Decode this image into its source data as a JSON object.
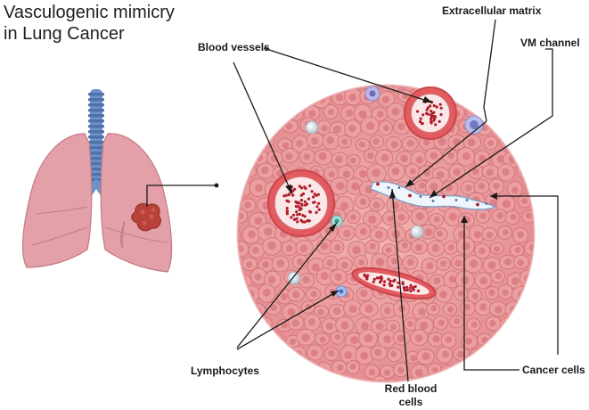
{
  "title": {
    "line1": "Vasculogenic mimicry",
    "line2": "in Lung Cancer"
  },
  "labels": {
    "blood_vessels": "Blood vessels",
    "extracellular_matrix": "Extracellular matrix",
    "vm_channel": "VM channel",
    "lymphocytes": "Lymphocytes",
    "red_blood_cells_line1": "Red blood",
    "red_blood_cells_line2": "cells",
    "cancer_cells": "Cancer cells"
  },
  "colors": {
    "lung": "#e3a0a8",
    "lung_outline": "#c27a84",
    "trachea": "#6f93c8",
    "tumor": "#b8413a",
    "tissue": "#e79a9a",
    "cell": "#d9787c",
    "vessel_wall": "#c9474c",
    "rbc": "#b01c2a",
    "leader": "#1a1a1a"
  }
}
